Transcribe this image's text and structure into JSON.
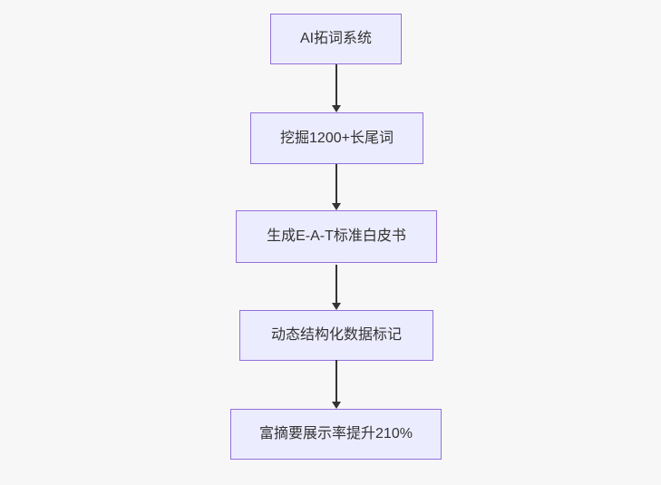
{
  "diagram": {
    "type": "flowchart-top-down",
    "nodes": [
      {
        "id": "A",
        "label": "AI拓词系统"
      },
      {
        "id": "B",
        "label": "挖掘1200+长尾词"
      },
      {
        "id": "C",
        "label": "生成E-A-T标准白皮书"
      },
      {
        "id": "D",
        "label": "动态结构化数据标记"
      },
      {
        "id": "E",
        "label": "富摘要展示率提升210%"
      }
    ],
    "edges": [
      {
        "from": "A",
        "to": "B"
      },
      {
        "from": "B",
        "to": "C"
      },
      {
        "from": "C",
        "to": "D"
      },
      {
        "from": "D",
        "to": "E"
      }
    ]
  },
  "colors": {
    "background": "#f7f7f7",
    "node_fill": "#ececff",
    "node_border": "#9370db",
    "arrow": "#333333",
    "text": "#333333"
  }
}
